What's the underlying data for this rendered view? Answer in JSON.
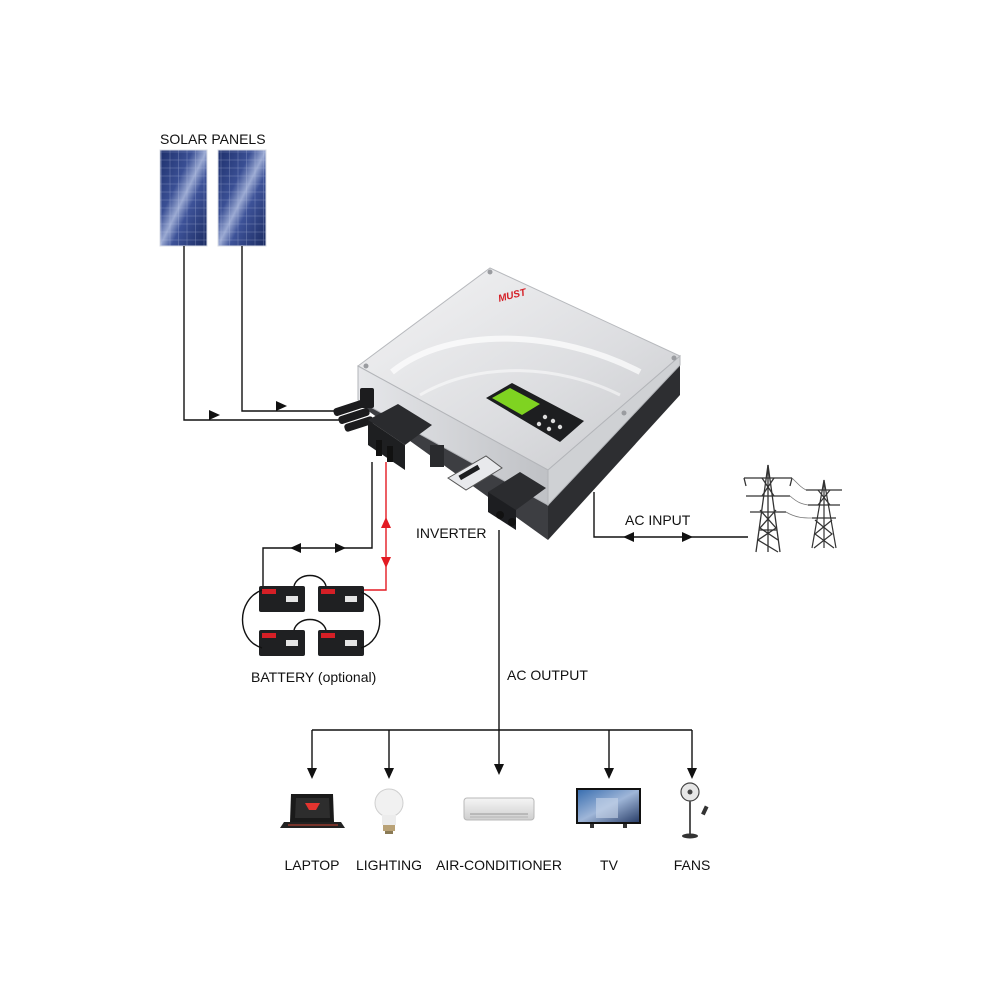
{
  "labels": {
    "solar_panels": "SOLAR PANELS",
    "inverter": "INVERTER",
    "ac_input": "AC INPUT",
    "battery": "BATTERY (optional)",
    "ac_output": "AC OUTPUT"
  },
  "brand_logo_text": "MUST",
  "loads": [
    {
      "label": "LAPTOP",
      "icon": "laptop-icon"
    },
    {
      "label": "LIGHTING",
      "icon": "light-bulb-icon"
    },
    {
      "label": "AIR-CONDITIONER",
      "icon": "air-conditioner-icon"
    },
    {
      "label": "TV",
      "icon": "tv-icon"
    },
    {
      "label": "FANS",
      "icon": "standing-fan-icon"
    }
  ],
  "colors": {
    "wire": "#111111",
    "battery_wire": "#e31b23",
    "brand": "#d51f26",
    "lcd": "#7fd321"
  }
}
